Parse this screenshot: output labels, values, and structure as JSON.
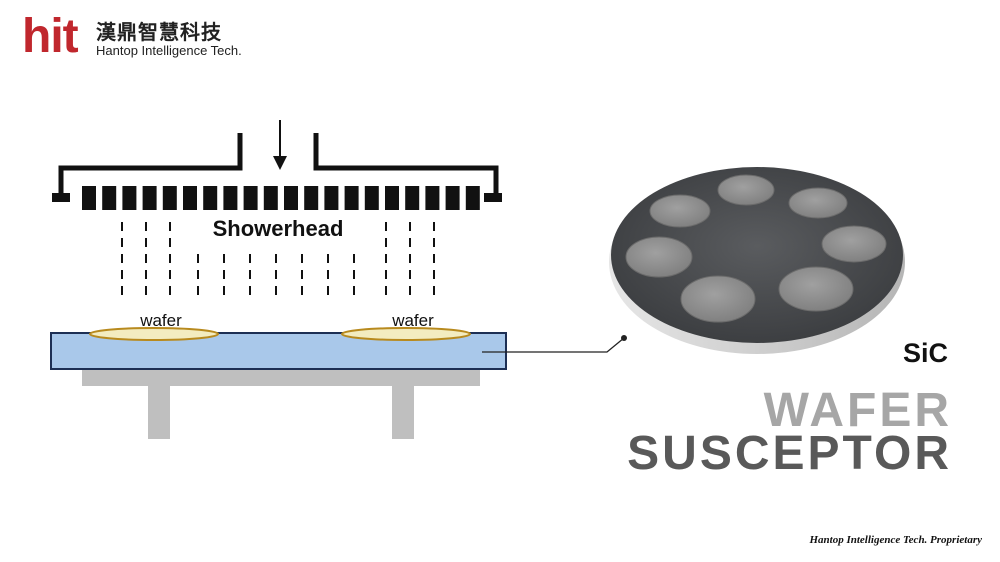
{
  "brand": {
    "logo_mark": "hit",
    "name_cn": "漢鼎智慧科技",
    "name_en": "Hantop Intelligence Tech.",
    "accent_color": "#c0272d"
  },
  "diagram": {
    "showerhead_label": "Showerhead",
    "wafer_label_left": "wafer",
    "wafer_label_right": "wafer",
    "susceptor_fill": "#a9c8ea",
    "wafer_fill": "#f3ecc0",
    "icons": [
      "flow-arrow-icon",
      "susceptor-disk-icon"
    ]
  },
  "product": {
    "material": "SiC",
    "title_line1": "WAFER",
    "title_line2": "SUSCEPTOR"
  },
  "footer": {
    "proprietary": "Hantop Intelligence Tech. Proprietary"
  }
}
